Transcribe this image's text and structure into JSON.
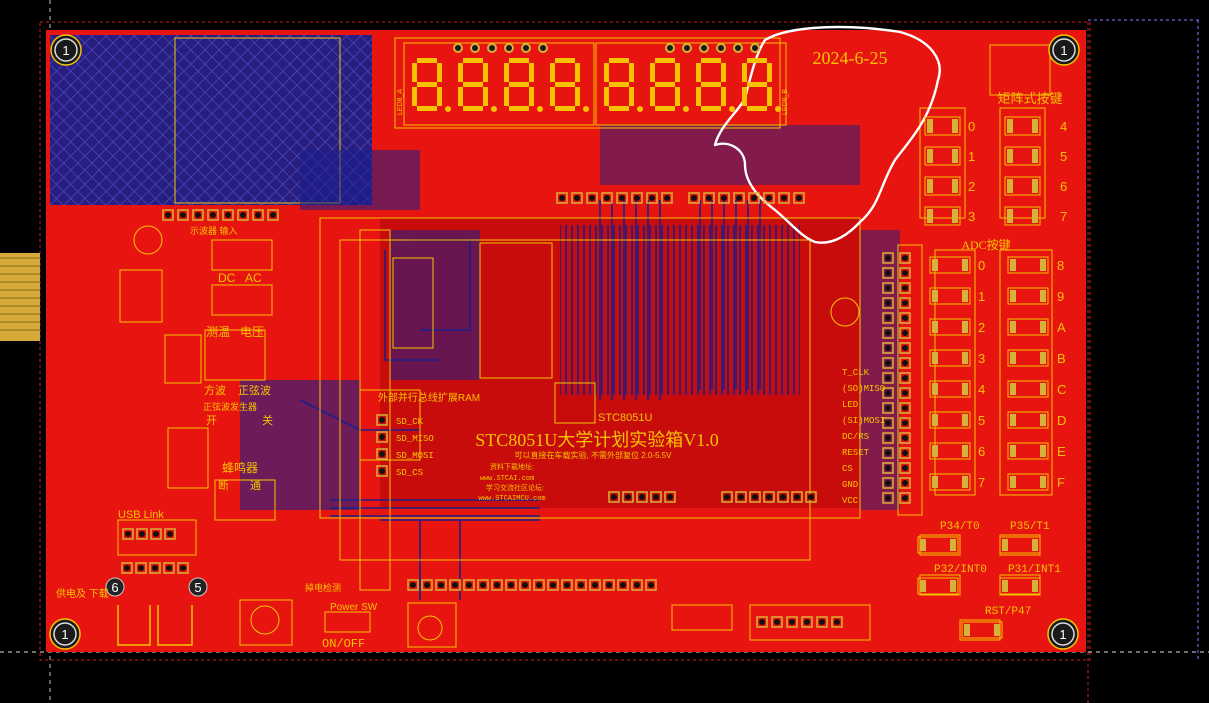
{
  "colors": {
    "background": "#000000",
    "board": "#e8140f",
    "board_dark": "#c00808",
    "trace_bottom": "#1c1f8a",
    "silk": "#f5c400",
    "pad": "#d7b23a",
    "outline_white": "#ffffff",
    "segment_on": "#f7c200",
    "hole": "#2a2a2a"
  },
  "annotation": {
    "date": "2024-6-25"
  },
  "mount_holes": {
    "label": "1"
  },
  "display": {
    "digits": "8.8.8.8.8.8.8.8.",
    "labels": [
      "LED8_A",
      "LED8_B"
    ]
  },
  "board_text": {
    "title": "STC8051U大学计划实验箱V1.0",
    "subtitle": "可以直接在车载实验, 不需外部复位 2.0-5.5V",
    "chip_label": "STC8051U",
    "ext_ram": "外部并行总线扩展RAM",
    "download_url": "www.STCAI.com",
    "forum_url": "www.STCAIMCU.com",
    "download_label": "资料下载地址:",
    "forum_label": "学习交流社区论坛:",
    "matrix_keys": "矩阵式按键",
    "adc_keys": "ADC按键",
    "dc": "DC",
    "ac": "AC",
    "temp": "测温",
    "voltage": "电压",
    "square": "方波",
    "sine": "正弦波",
    "sine_gen": "正弦波发生器",
    "open": "开",
    "close": "关",
    "buzzer": "蜂鸣器",
    "off": "断",
    "on": "通",
    "usb_link": "USB Link",
    "power_dl": "供电及\n下载",
    "power_sw": "Power SW",
    "on_off": "ON/OFF",
    "p34": "P34/T0",
    "p35": "P35/T1",
    "p32": "P32/INT0",
    "p31": "P31/INT1",
    "rst": "RST/P47",
    "rst_det": "掉电检测",
    "osc": "示波器 输入",
    "num6": "6",
    "num5": "5"
  },
  "matrix_left": [
    "0",
    "1",
    "2",
    "3"
  ],
  "matrix_right": [
    "4",
    "5",
    "6",
    "7"
  ],
  "adc_left": [
    "0",
    "1",
    "2",
    "3",
    "4",
    "5",
    "6",
    "7"
  ],
  "adc_right": [
    "8",
    "9",
    "A",
    "B",
    "C",
    "D",
    "E",
    "F"
  ],
  "header_pins": {
    "sd_left": [
      "SD_CK",
      "SD_MISO",
      "SD_MOSI",
      "SD_CS"
    ],
    "tft_right": [
      "T_CLK",
      "(SO)MISO",
      "LED",
      "(SI)MOSI",
      "DC/RS",
      "RESET",
      "CS",
      "GND",
      "VCC"
    ]
  }
}
